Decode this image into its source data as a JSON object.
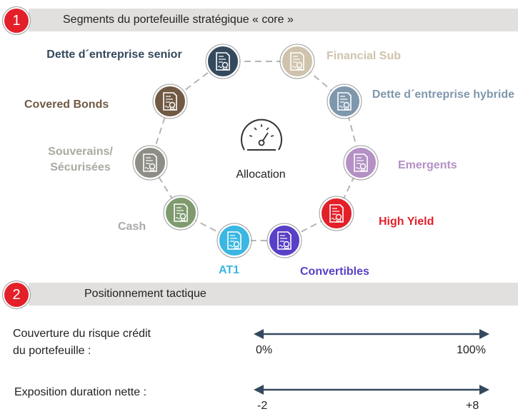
{
  "section1": {
    "number": "1",
    "title": "Segments du portefeuille stratégique « core »"
  },
  "center": {
    "icon": "gauge-icon",
    "label": "Allocation"
  },
  "segments": [
    {
      "id": "dette-senior",
      "label": "Dette d´entreprise senior",
      "color": "#34495e",
      "icon": "certificate-document-icon"
    },
    {
      "id": "financial-sub",
      "label": "Financial Sub",
      "color": "#cfc3ad",
      "icon": "certificate-document-icon"
    },
    {
      "id": "dette-hybride",
      "label": "Dette d´entreprise hybride",
      "color": "#7f97ad",
      "icon": "certificate-document-icon"
    },
    {
      "id": "emergents",
      "label": "Emergents",
      "color": "#b490c4",
      "icon": "certificate-document-icon"
    },
    {
      "id": "high-yield",
      "label": "High Yield",
      "color": "#e3202a",
      "icon": "certificate-document-icon"
    },
    {
      "id": "convertibles",
      "label": "Convertibles",
      "color": "#5a3fc7",
      "icon": "certificate-document-icon"
    },
    {
      "id": "at1",
      "label": "AT1",
      "color": "#3ab7e2",
      "icon": "certificate-document-icon"
    },
    {
      "id": "cash",
      "label": "Cash",
      "color": "#7e9a6e",
      "icon": "certificate-document-icon"
    },
    {
      "id": "souverains",
      "label": "Souverains/ Sécurisées",
      "color": "#8e8e86",
      "icon": "certificate-document-icon"
    },
    {
      "id": "covered",
      "label": "Covered Bonds",
      "color": "#705a44",
      "icon": "certificate-document-icon"
    }
  ],
  "section2": {
    "number": "2",
    "title": "Positionnement tactique"
  },
  "tactical": {
    "credit": {
      "label_line1": "Couverture du risque crédit",
      "label_line2": "du portefeuille :",
      "min": "0%",
      "max": "100%"
    },
    "duration": {
      "label": "Exposition duration nette :",
      "min": "-2",
      "max": "+8"
    }
  }
}
